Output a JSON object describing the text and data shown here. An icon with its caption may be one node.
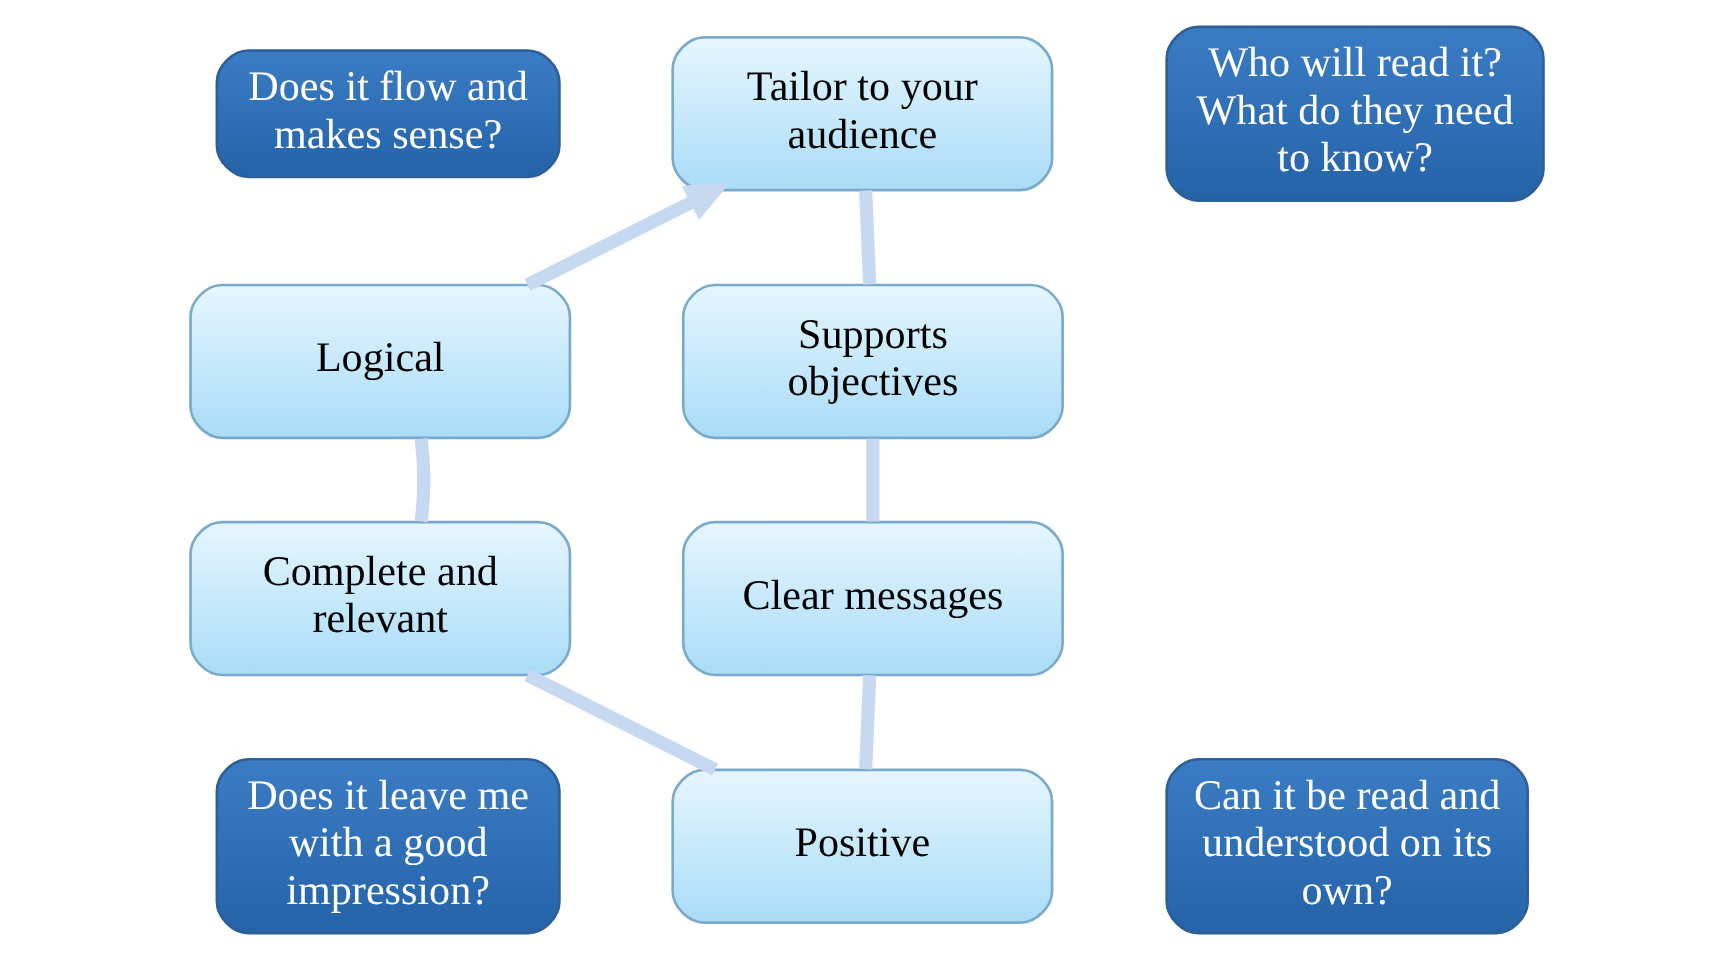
{
  "diagram": {
    "nodes": [
      {
        "text": [
          "Does it flow and makes sense?"
        ]
      },
      {
        "text": [
          "Tailor to your audience"
        ]
      },
      {
        "text": [
          "Who will read it? What do they need to know?"
        ]
      },
      {
        "text": [
          "Logical"
        ]
      },
      {
        "text": [
          "Supports objectives"
        ]
      },
      {
        "text": [
          "Complete and relevant"
        ]
      },
      {
        "text": [
          "Clear messages"
        ]
      },
      {
        "text": [
          "Does it leave me with a good impression?"
        ]
      },
      {
        "text": [
          "Positive"
        ]
      },
      {
        "text": [
          "Can it be read and understood on its own?"
        ]
      }
    ],
    "edges": [
      {
        "from": 1,
        "to": 4,
        "arrow": "none",
        "color": "#c6d9f1"
      },
      {
        "from": 4,
        "to": 6,
        "arrow": "none",
        "color": "#c6d9f1"
      },
      {
        "from": 6,
        "to": 8,
        "arrow": "none",
        "color": "#c6d9f1"
      },
      {
        "from": 8,
        "to": 5,
        "arrow": "none",
        "color": "#c6d9f1"
      },
      {
        "from": 5,
        "to": 3,
        "arrow": "none",
        "color": "#c6d9f1"
      },
      {
        "from": 3,
        "to": 1,
        "arrow": "to",
        "color": "#c6d9f1"
      }
    ]
  }
}
